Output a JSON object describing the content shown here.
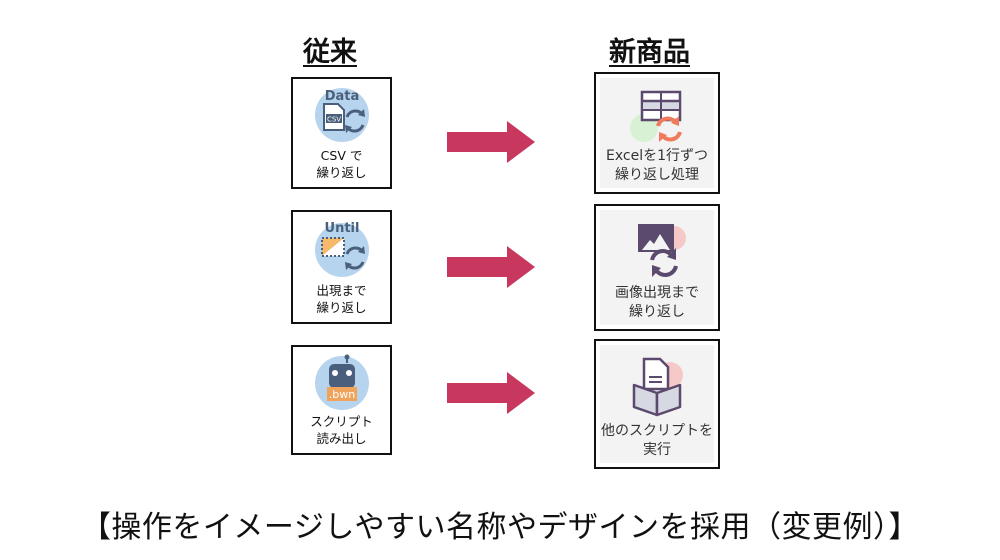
{
  "headings": {
    "old": "従来",
    "new": "新商品"
  },
  "rows": [
    {
      "old": {
        "icon": "csv-data-loop-icon",
        "badge": "Data",
        "line1": "CSV で",
        "line2": "繰り返し"
      },
      "new": {
        "icon": "excel-row-loop-icon",
        "line1": "Excelを1行ずつ",
        "line2": "繰り返し処理"
      }
    },
    {
      "old": {
        "icon": "until-image-loop-icon",
        "badge": "Until",
        "line1": "出現まで",
        "line2": "繰り返し"
      },
      "new": {
        "icon": "image-appear-loop-icon",
        "line1": "画像出現まで",
        "line2": "繰り返し"
      }
    },
    {
      "old": {
        "icon": "robot-script-icon",
        "badge": ".bwn",
        "line1": "スクリプト",
        "line2": "読み出し"
      },
      "new": {
        "icon": "run-other-script-icon",
        "line1": "他のスクリプトを",
        "line2": "実行"
      }
    }
  ],
  "arrow_color": "#c8385e",
  "caption": "【操作をイメージしやすい名称やデザインを採用（変更例）】"
}
